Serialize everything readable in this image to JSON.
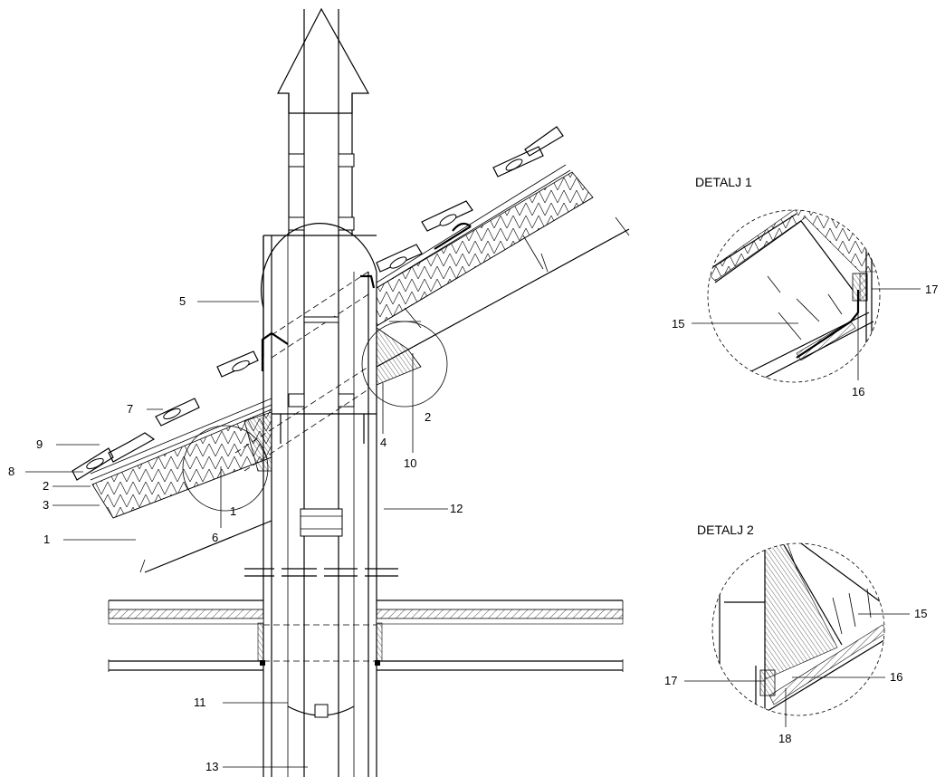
{
  "main_view": {
    "callouts": [
      {
        "id": "c1",
        "text": "1"
      },
      {
        "id": "c2",
        "text": "2"
      },
      {
        "id": "c3",
        "text": "3"
      },
      {
        "id": "c4",
        "text": "4"
      },
      {
        "id": "c5",
        "text": "5"
      },
      {
        "id": "c6",
        "text": "6"
      },
      {
        "id": "c7",
        "text": "7"
      },
      {
        "id": "c8",
        "text": "8"
      },
      {
        "id": "c9",
        "text": "9"
      },
      {
        "id": "c10",
        "text": "10"
      },
      {
        "id": "c11",
        "text": "11"
      },
      {
        "id": "c12",
        "text": "12"
      },
      {
        "id": "c13",
        "text": "13"
      },
      {
        "id": "d1ref",
        "text": "1"
      },
      {
        "id": "d2ref",
        "text": "2"
      }
    ]
  },
  "detail1": {
    "title": "DETALJ 1",
    "callouts": [
      {
        "id": "d1c15",
        "text": "15"
      },
      {
        "id": "d1c16",
        "text": "16"
      },
      {
        "id": "d1c17",
        "text": "17"
      }
    ]
  },
  "detail2": {
    "title": "DETALJ 2",
    "callouts": [
      {
        "id": "d2c15",
        "text": "15"
      },
      {
        "id": "d2c16",
        "text": "16"
      },
      {
        "id": "d2c17",
        "text": "17"
      },
      {
        "id": "d2c18",
        "text": "18"
      }
    ]
  }
}
